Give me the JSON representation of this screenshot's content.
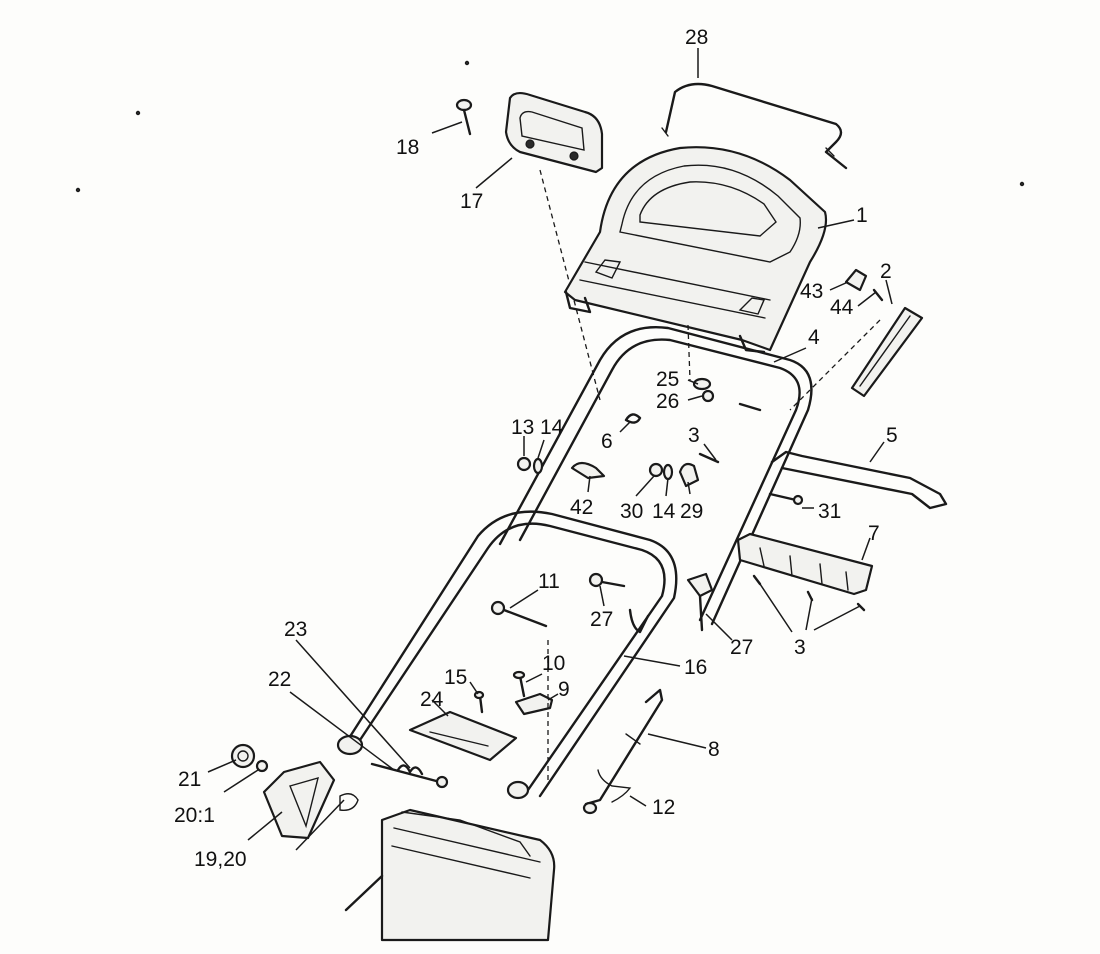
{
  "labels": {
    "l28": "28",
    "l18": "18",
    "l17": "17",
    "l1": "1",
    "l2": "2",
    "l43": "43",
    "l44": "44",
    "l4": "4",
    "l25": "25",
    "l26": "26",
    "l6": "6",
    "l13": "13",
    "l14a": "14",
    "l3a": "3",
    "l5": "5",
    "l42": "42",
    "l30": "30",
    "l14b": "14",
    "l29": "29",
    "l31": "31",
    "l7": "7",
    "l11": "11",
    "l27a": "27",
    "l27b": "27",
    "l3b": "3",
    "l23": "23",
    "l10": "10",
    "l16": "16",
    "l22": "22",
    "l15": "15",
    "l9": "9",
    "l24": "24",
    "l8": "8",
    "l21": "21",
    "l20_1": "20:1",
    "l12": "12",
    "l19_20": "19,20"
  }
}
